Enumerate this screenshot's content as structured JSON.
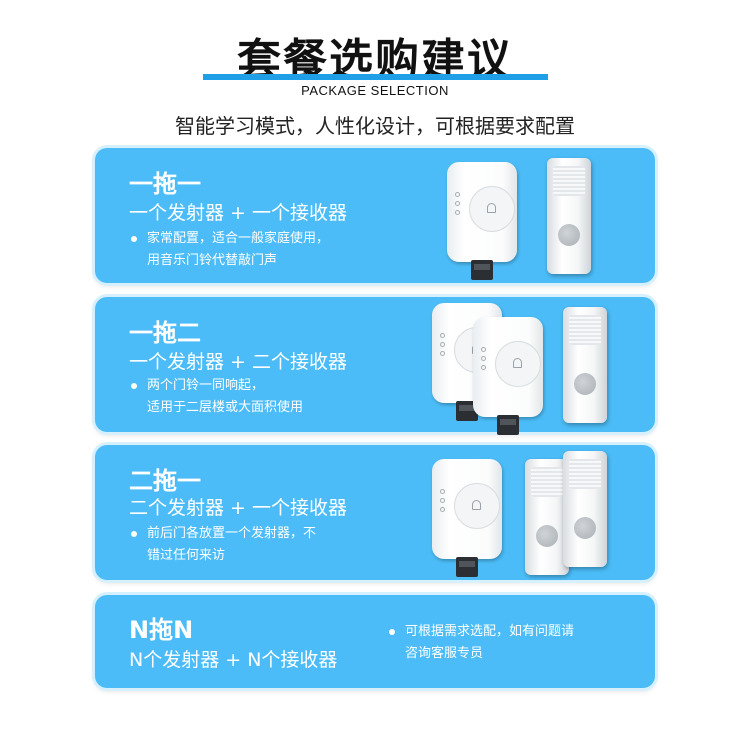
{
  "header": {
    "title": "套餐选购建议",
    "subtitle_en": "PACKAGE SELECTION",
    "tagline": "智能学习模式，人性化设计，可根据要求配置"
  },
  "colors": {
    "card_background": "#4bbcf7",
    "accent": "#1f9fe8"
  },
  "cards": [
    {
      "title": "一拖一",
      "subtitle": "一个发射器 + 一个接收器",
      "bullet_lines": [
        "家常配置，适合一般家庭使用，",
        "用音乐门铃代替敲门声"
      ]
    },
    {
      "title": "一拖二",
      "subtitle": "一个发射器 + 二个接收器",
      "bullet_lines": [
        "两个门铃一同响起，",
        "适用于二层楼或大面积使用"
      ]
    },
    {
      "title": "二拖一",
      "subtitle": "二个发射器 + 一个接收器",
      "bullet_lines": [
        "前后门各放置一个发射器，不",
        "错过任何来访"
      ]
    },
    {
      "title": "N拖N",
      "subtitle": "N个发射器 + N个接收器",
      "bullet_lines": [
        "可根据需求选配，如有问题请",
        "咨询客服专员"
      ]
    }
  ]
}
